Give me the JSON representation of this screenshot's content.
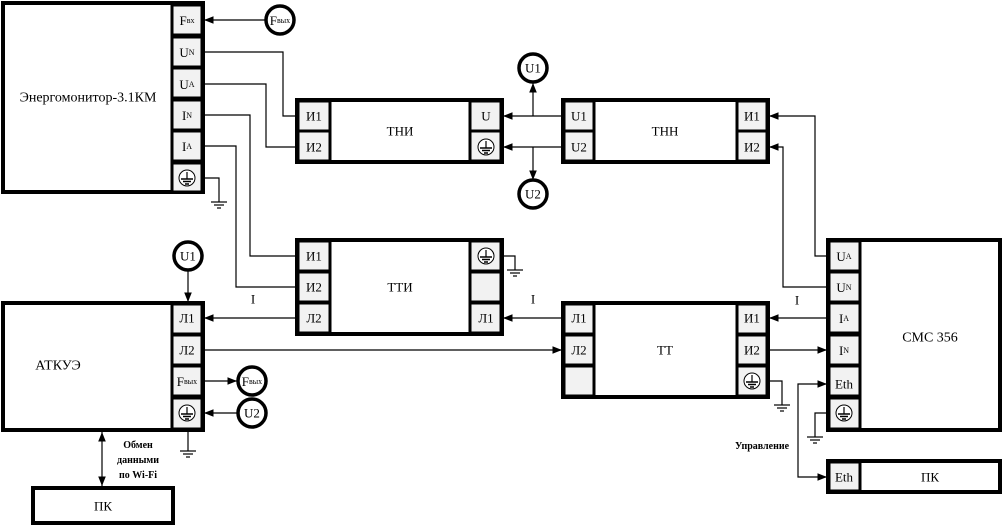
{
  "energomonitor": {
    "title": "Энергомонитор-3.1КМ",
    "terms": [
      {
        "m": "F",
        "s": "вх"
      },
      {
        "m": "U",
        "s": "N"
      },
      {
        "m": "U",
        "s": "A"
      },
      {
        "m": "I",
        "s": "N"
      },
      {
        "m": "I",
        "s": "A"
      }
    ]
  },
  "signals": {
    "fout_main": "F",
    "fout_sub": "вых",
    "u1": "U1",
    "u2": "U2",
    "current": "I"
  },
  "thi": {
    "title": "ТНИ",
    "l1": "И1",
    "l2": "И2",
    "r1": "U"
  },
  "thn": {
    "title": "ТНН",
    "l1": "U1",
    "l2": "U2",
    "r1": "И1",
    "r2": "И2"
  },
  "tti": {
    "title": "ТТИ",
    "l1": "И1",
    "l2": "И2",
    "l3": "Л2",
    "r3": "Л1"
  },
  "tt": {
    "title": "ТТ",
    "l1": "Л1",
    "l2": "Л2",
    "r1": "И1",
    "r2": "И2"
  },
  "atkue": {
    "title": "АТКУЭ",
    "t1": "Л1",
    "t2": "Л2",
    "t3_main": "F",
    "t3_sub": "вых"
  },
  "cmc": {
    "title": "СМС 356",
    "terms": [
      {
        "m": "U",
        "s": "A"
      },
      {
        "m": "U",
        "s": "N"
      },
      {
        "m": "I",
        "s": "A"
      },
      {
        "m": "I",
        "s": "N"
      }
    ],
    "eth": "Eth"
  },
  "pc_left": {
    "title": "ПК"
  },
  "pc_right": {
    "title": "ПК",
    "eth": "Eth"
  },
  "notes": {
    "wifi": [
      "Обмен",
      "данными",
      "по Wi-Fi"
    ],
    "control": "Управление"
  }
}
